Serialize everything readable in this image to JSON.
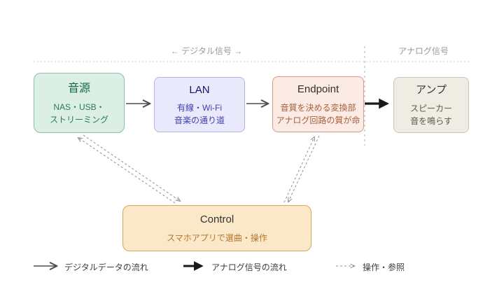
{
  "zones": {
    "digital_label": "← デジタル信号 →",
    "analog_label": "アナログ信号"
  },
  "nodes": {
    "source": {
      "title": "音源",
      "line1": "NAS・USB・",
      "line2": "ストリーミング"
    },
    "lan": {
      "title": "LAN",
      "line1": "有線・Wi-Fi",
      "line2": "音楽の通り道"
    },
    "endpoint": {
      "title": "Endpoint",
      "line1": "音質を決める変換部",
      "line2": "アナログ回路の質が命"
    },
    "amp": {
      "title": "アンプ",
      "line1": "スピーカー",
      "line2": "音を鳴らす"
    },
    "control": {
      "title": "Control",
      "line1": "スマホアプリで選曲・操作"
    }
  },
  "legend": {
    "digital": "デジタルデータの流れ",
    "analog": "アナログ信号の流れ",
    "reference": "操作・参照"
  },
  "colors": {
    "source_fill": "#dbefe4",
    "source_border": "#8cbfa9",
    "source_text": "#166649",
    "lan_fill": "#e9e9fb",
    "lan_border": "#b3b3e6",
    "lan_text": "#11116b",
    "endpoint_fill": "#fcebe5",
    "endpoint_border": "#d49a82",
    "endpoint_text": "#a3603d",
    "amp_fill": "#efede3",
    "amp_border": "#c9c5b5",
    "amp_text": "#5d594e",
    "control_fill": "#fae8c8",
    "control_border": "#d9a659",
    "control_text": "#b5762e",
    "thin_arrow": "#4d4d4d",
    "thick_arrow": "#1a1a1a",
    "dashed_arrow": "#8f8f8f",
    "zone_label": "#999999",
    "dotted_line": "#cccccc"
  }
}
